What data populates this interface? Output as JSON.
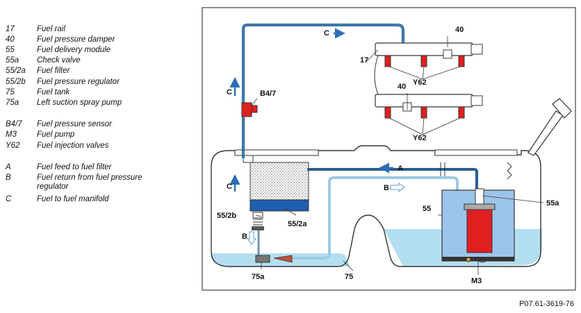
{
  "legend": [
    {
      "code": "17",
      "desc": "Fuel rail"
    },
    {
      "code": "40",
      "desc": "Fuel pressure damper"
    },
    {
      "code": "55",
      "desc": "Fuel delivery module"
    },
    {
      "code": "55a",
      "desc": "Check valve"
    },
    {
      "code": "55/2a",
      "desc": "Fuel filter"
    },
    {
      "code": "55/2b",
      "desc": "Fuel pressure regulator"
    },
    {
      "code": "75",
      "desc": "Fuel tank"
    },
    {
      "code": "75a",
      "desc": "Left suction spray pump"
    },
    {
      "code": "B4/7",
      "desc": "Fuel pressure sensor"
    },
    {
      "code": "M3",
      "desc": "Fuel pump"
    },
    {
      "code": "Y62",
      "desc": "Fuel injection valves"
    },
    {
      "code": "A",
      "desc": "Fuel feed to fuel filter"
    },
    {
      "code": "B",
      "desc": "Fuel return from fuel pressure regulator"
    },
    {
      "code": "C",
      "desc": "Fuel to fuel manifold"
    }
  ],
  "labels": {
    "c_top": "C",
    "fuel_damper_top": "40",
    "rail": "17",
    "sensor": "B4/7",
    "c_left_upper": "C",
    "damper_bottom": "40",
    "y62_top": "Y62",
    "y62_bottom": "Y62",
    "a_arrow": "A",
    "b_arrow": "B",
    "c_left_lower": "C",
    "regulator": "55/2b",
    "filter": "55/2a",
    "module": "55",
    "check_valve": "55a",
    "b_down": "B",
    "spray_pump": "75a",
    "tank": "75",
    "pump": "M3"
  },
  "figure_code": "P07.61-3619-76",
  "colors": {
    "fuel_line": "#2a5f8f",
    "fuel": "#b4dff0",
    "component": "#e02020",
    "filter": "#1f5fb0"
  }
}
